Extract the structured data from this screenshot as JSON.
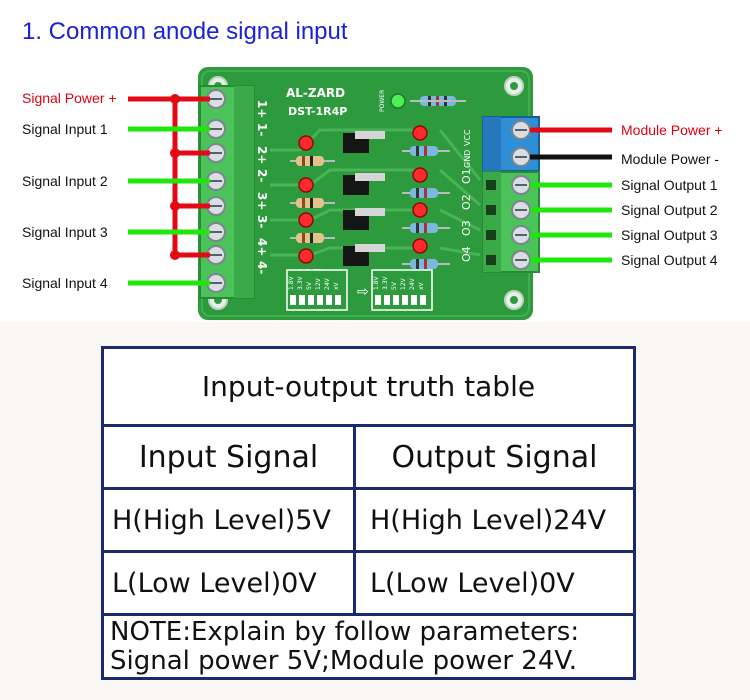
{
  "section_title": "1. Common anode signal input",
  "left_labels": {
    "signal_power_plus": "Signal Power +",
    "signal_input_1": "Signal Input 1",
    "signal_input_2": "Signal Input 2",
    "signal_input_3": "Signal Input 3",
    "signal_input_4": "Signal Input 4"
  },
  "right_labels": {
    "module_power_plus": "Module Power +",
    "module_power_minus": "Module Power -",
    "signal_output_1": "Signal Output 1",
    "signal_output_2": "Signal Output 2",
    "signal_output_3": "Signal Output 3",
    "signal_output_4": "Signal Output 4"
  },
  "board": {
    "brand": "AL-ZARD",
    "model": "DST-1R4P",
    "power_led_label": "POWER",
    "input_pin_labels": [
      "1+",
      "1-",
      "2+",
      "2-",
      "3+",
      "3-",
      "4+",
      "4-"
    ],
    "power_pin_labels": [
      "GND",
      "VCC"
    ],
    "output_pin_labels": [
      "O1",
      "O2",
      "O3",
      "O4"
    ],
    "voltage_options": [
      "1.8V",
      "3.3V",
      "5V",
      "12V",
      "24V",
      "xV"
    ]
  },
  "colors": {
    "pcb_green": "#2e9a3e",
    "terminal_green": "#4cc35a",
    "terminal_blue": "#2f8fd6",
    "wire_red": "#e30a16",
    "wire_green": "#21e60c",
    "wire_black": "#111111",
    "title_blue": "#1a22d6",
    "table_border": "#1b2a6e"
  },
  "truth_table": {
    "title": "Input-output truth table",
    "header_input": "Input Signal",
    "header_output": "Output Signal",
    "row1_input": "H(High Level)5V",
    "row1_output": "H(High Level)24V",
    "row2_input": "L(Low Level)0V",
    "row2_output": "L(Low Level)0V",
    "note_line1": "NOTE:Explain by follow parameters:",
    "note_line2": "Signal power 5V;Module power 24V."
  }
}
